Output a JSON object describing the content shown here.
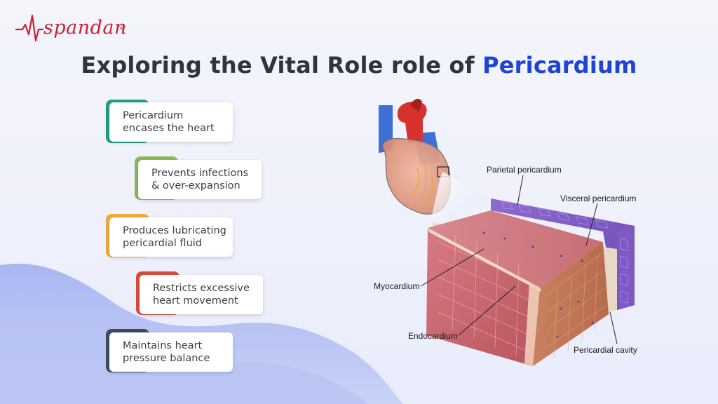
{
  "logo": {
    "text": "spandan",
    "registered": "®"
  },
  "title": {
    "prefix": "Exploring the Vital Role role of ",
    "highlight": "Pericardium"
  },
  "cards": [
    {
      "line1": "Pericardium",
      "line2": "encases the heart",
      "accent": "#1fa085"
    },
    {
      "line1": "Prevents infections",
      "line2": "& over-expansion",
      "accent": "#8db85a"
    },
    {
      "line1": "Produces lubricating",
      "line2": "pericardial fluid",
      "accent": "#f2a93b"
    },
    {
      "line1": "Restricts excessive",
      "line2": "heart movement",
      "accent": "#d94a3a"
    },
    {
      "line1": "Maintains heart",
      "line2": "pressure balance",
      "accent": "#3d4a5c"
    }
  ],
  "diagram_labels": {
    "parietal": "Parietal pericardium",
    "visceral": "Visceral pericardium",
    "myocardium": "Myocardium",
    "endocardium": "Endocardium",
    "cavity": "Pericardial cavity"
  },
  "colors": {
    "brand": "#c8213a",
    "highlight": "#1f43d6",
    "title": "#2f3440"
  }
}
